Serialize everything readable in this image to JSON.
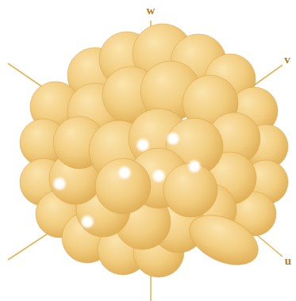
{
  "diagram": {
    "labels": [
      "w",
      "v",
      "u"
    ]
  }
}
